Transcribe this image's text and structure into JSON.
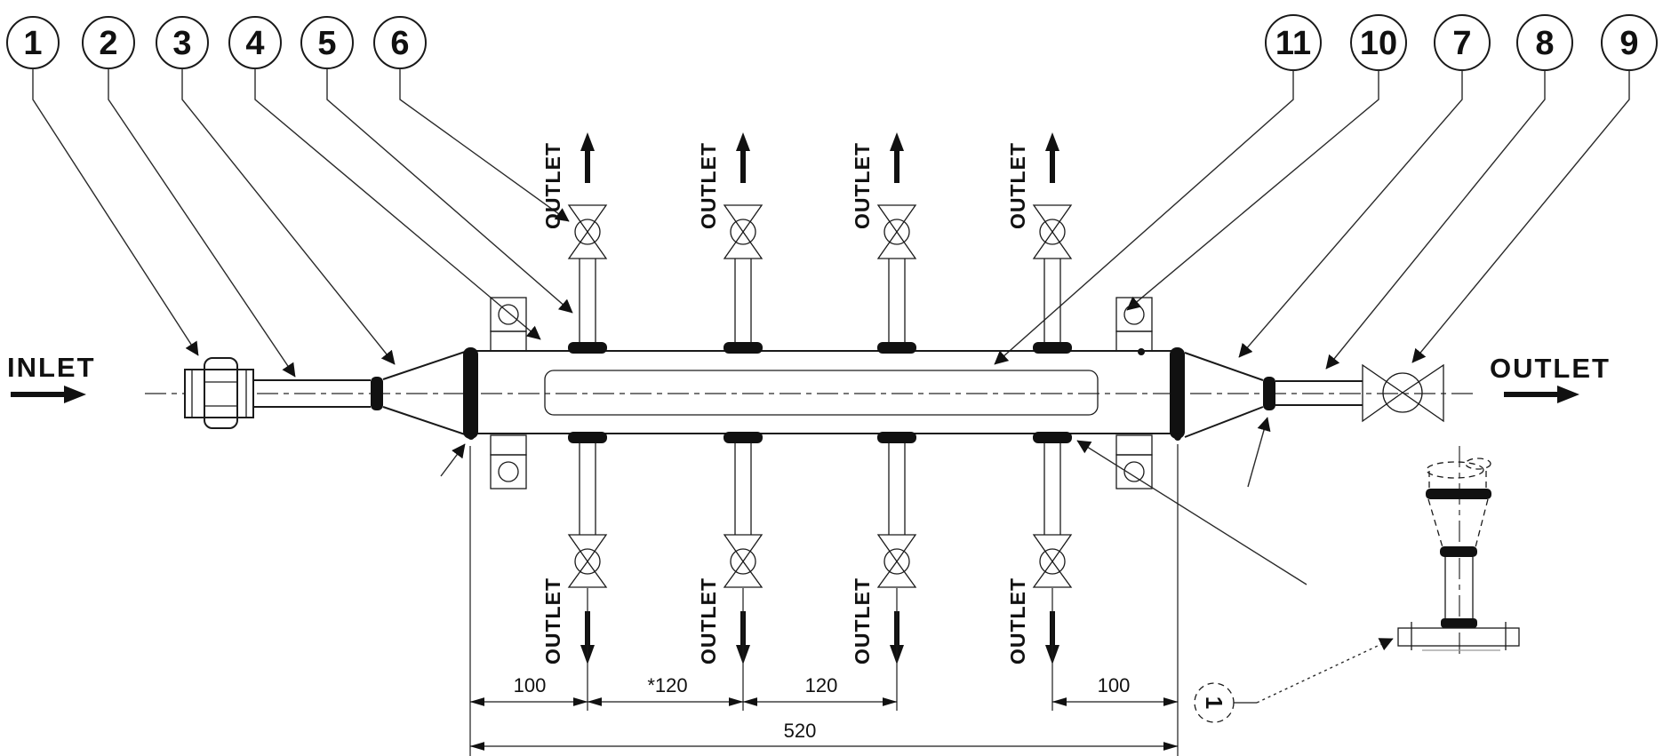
{
  "labels": {
    "inlet": "INLET",
    "outlet": "OUTLET"
  },
  "callouts": {
    "left": [
      {
        "label": "1"
      },
      {
        "label": "2"
      },
      {
        "label": "3"
      },
      {
        "label": "4"
      },
      {
        "label": "5"
      },
      {
        "label": "6"
      }
    ],
    "right": [
      {
        "label": "11"
      },
      {
        "label": "10"
      },
      {
        "label": "7"
      },
      {
        "label": "8"
      },
      {
        "label": "9"
      }
    ]
  },
  "dimensions": {
    "left_end_to_first_outlet": "100",
    "outlet_pitch_typical": "*120",
    "outlet_pitch": "120",
    "last_outlet_to_right_end": "100",
    "total_length": "520"
  },
  "detail": {
    "label": "1"
  },
  "colors": {
    "line": "#1a1a1a",
    "background": "#ffffff"
  }
}
